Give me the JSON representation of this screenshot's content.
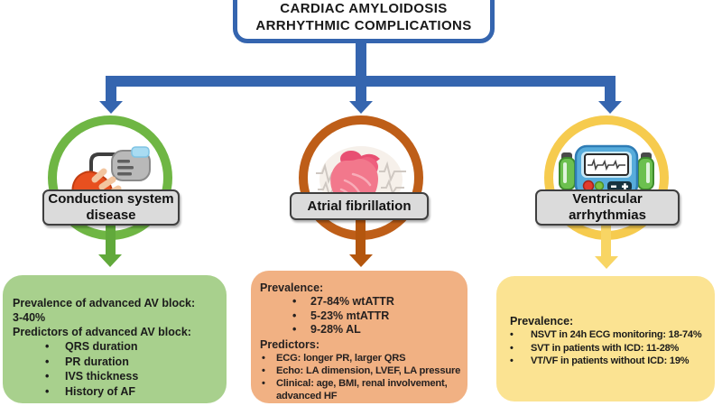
{
  "title": {
    "line1": "CARDIAC AMYLOIDOSIS",
    "line2": "ARRHYTHMIC COMPLICATIONS"
  },
  "colors": {
    "connector_blue": "#3565AF",
    "green_ring": "#6FB644",
    "green_arrow": "#61A93B",
    "green_box": "#A8D08D",
    "orange_ring": "#BE5E18",
    "orange_arrow": "#B4560E",
    "orange_box": "#F1B183",
    "yellow_ring": "#F6CB4E",
    "yellow_arrow": "#F8D564",
    "yellow_box": "#FBE392",
    "label_box_fill": "#DBDBDB"
  },
  "branches": [
    {
      "name": "conduction-system-disease",
      "icon": "pacemaker-icon",
      "label": {
        "line1": "Conduction system",
        "line2": "disease"
      },
      "box": {
        "sections": [
          {
            "heading": "Prevalence of advanced AV block:",
            "subheading": "3-40%"
          },
          {
            "heading": "Predictors of advanced AV block:",
            "bullets": [
              "QRS duration",
              "PR duration",
              "IVS thickness",
              "History of AF"
            ]
          }
        ]
      }
    },
    {
      "name": "atrial-fibrillation",
      "icon": "heart-ecg-icon",
      "label": {
        "line1": "Atrial fibrillation"
      },
      "box": {
        "sections": [
          {
            "heading": "Prevalence:",
            "bullets": [
              "27-84% wtATTR",
              "5-23% mtATTR",
              "9-28% AL"
            ]
          },
          {
            "heading": "Predictors:",
            "bullets": [
              "ECG: longer PR, larger QRS",
              "Echo: LA dimension, LVEF, LA pressure",
              "Clinical: age, BMI, renal involvement, advanced HF"
            ]
          }
        ]
      }
    },
    {
      "name": "ventricular-arrhythmias",
      "icon": "defibrillator-icon",
      "label": {
        "line1": "Ventricular",
        "line2": "arrhythmias"
      },
      "box": {
        "sections": [
          {
            "heading": "Prevalence:",
            "bullets": [
              "NSVT in 24h ECG monitoring: 18-74%",
              "SVT in patients with ICD: 11-28%",
              "VT/VF in patients without ICD: 19%"
            ]
          }
        ]
      }
    }
  ]
}
